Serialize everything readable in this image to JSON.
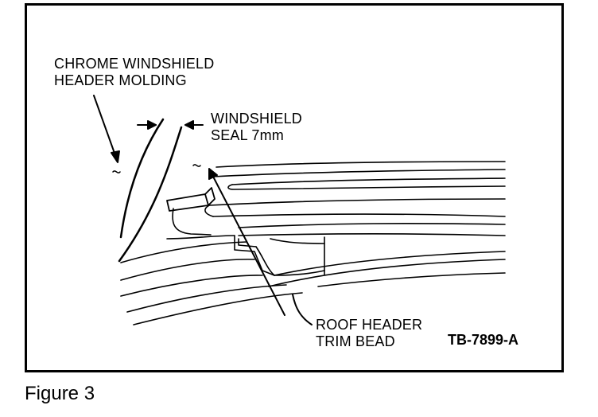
{
  "figure": {
    "caption": "Figure 3",
    "drawing_number": "TB-7899-A",
    "callouts": {
      "header_molding": [
        "CHROME WINDSHIELD",
        "HEADER MOLDING"
      ],
      "windshield_seal": [
        "WINDSHIELD",
        "SEAL 7mm"
      ],
      "trim_bead": [
        "ROOF HEADER",
        "TRIM BEAD"
      ]
    }
  },
  "colors": {
    "ink": "#000000",
    "paper": "#ffffff"
  }
}
